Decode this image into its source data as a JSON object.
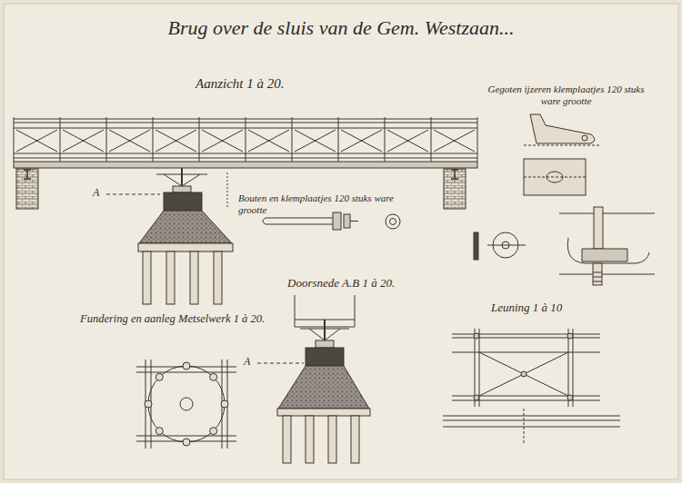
{
  "diagram": {
    "title": "Brug over de sluis van de Gem. Westzaan...",
    "labels": [
      "Aanzicht 1 à 20.",
      "Gegoten ijzeren klemplaatjes 120 stuks ware grootte",
      "A",
      "Bouten en klemplaatjes 120 stuks ware grootte",
      "Doorsnede A.B 1 à 20.",
      "Fundering en aanleg Metselwerk 1 à 20.",
      "A",
      "Leuning 1 à 10"
    ]
  }
}
